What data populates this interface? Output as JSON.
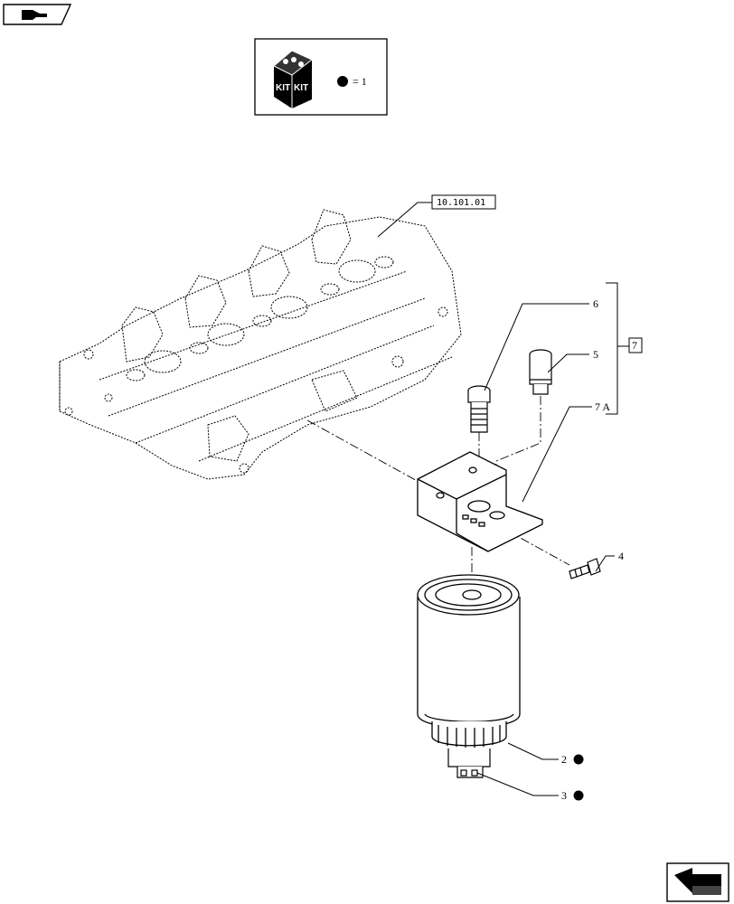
{
  "kit_legend": {
    "kit_text_left": "KIT",
    "kit_text_right": "KIT",
    "legend_value": "= 1"
  },
  "callouts": [
    {
      "id": "ref-10-101-01",
      "text": "10.101.01"
    },
    {
      "id": "label-6",
      "text": "6"
    },
    {
      "id": "label-5",
      "text": "5"
    },
    {
      "id": "label-7",
      "text": "7"
    },
    {
      "id": "label-7a",
      "text": "7 A"
    },
    {
      "id": "label-4",
      "text": "4"
    },
    {
      "id": "label-2",
      "text": "2"
    },
    {
      "id": "label-3",
      "text": "3"
    }
  ]
}
